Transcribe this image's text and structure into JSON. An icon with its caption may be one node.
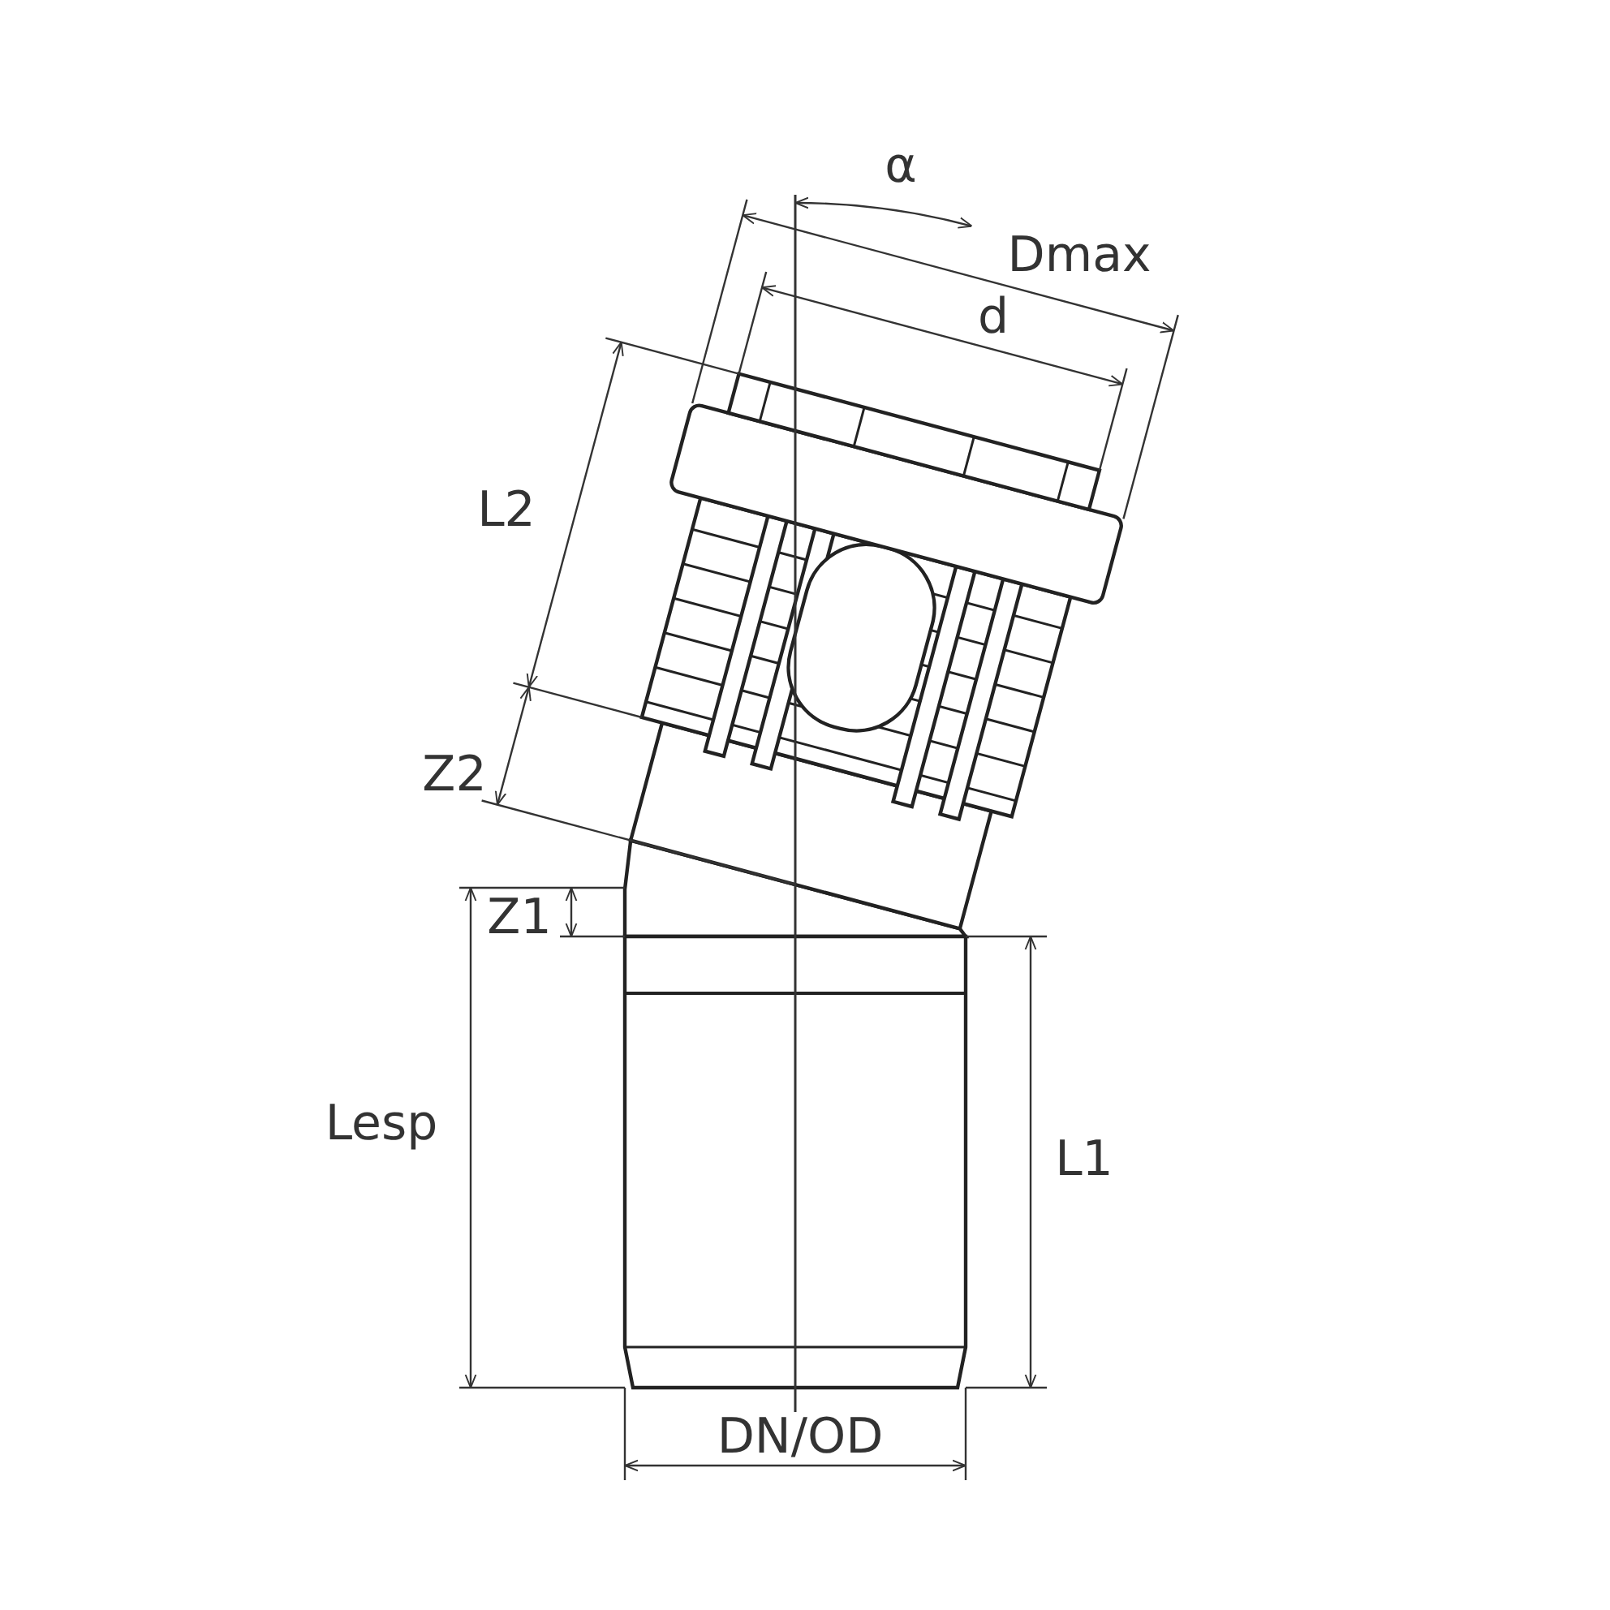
{
  "diagram": {
    "labels": [
      "α",
      "Dmax",
      "d",
      "L2",
      "Z2",
      "Z1",
      "Lesp",
      "L1",
      "DN/OD"
    ]
  }
}
